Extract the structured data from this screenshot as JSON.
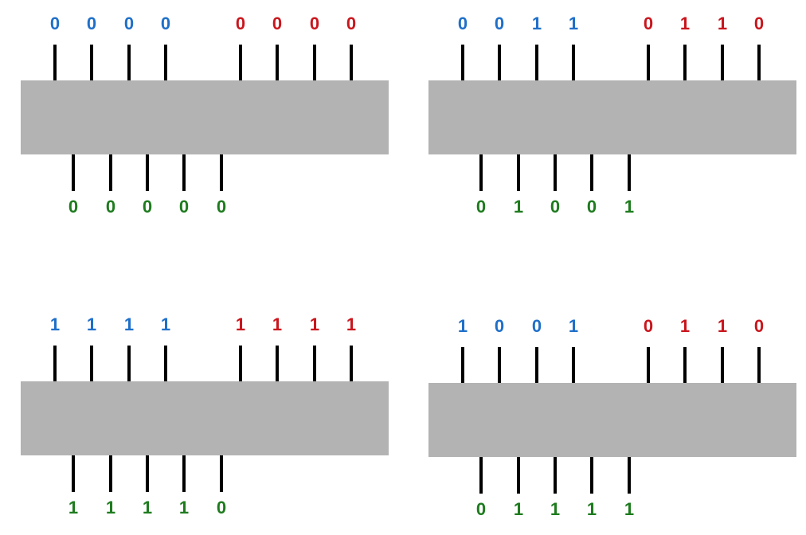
{
  "colors": {
    "input_a": "#1f6fc9",
    "input_b": "#c9161d",
    "output": "#1e7b1e",
    "chip": "#b3b3b3",
    "pin": "#000000"
  },
  "panels": [
    {
      "a": [
        "0",
        "0",
        "0",
        "0"
      ],
      "b": [
        "0",
        "0",
        "0",
        "0"
      ],
      "out": [
        "0",
        "0",
        "0",
        "0",
        "0"
      ]
    },
    {
      "a": [
        "0",
        "0",
        "1",
        "1"
      ],
      "b": [
        "0",
        "1",
        "1",
        "0"
      ],
      "out": [
        "0",
        "1",
        "0",
        "0",
        "1"
      ]
    },
    {
      "a": [
        "1",
        "1",
        "1",
        "1"
      ],
      "b": [
        "1",
        "1",
        "1",
        "1"
      ],
      "out": [
        "1",
        "1",
        "1",
        "1",
        "0"
      ]
    },
    {
      "a": [
        "1",
        "0",
        "0",
        "1"
      ],
      "b": [
        "0",
        "1",
        "1",
        "0"
      ],
      "out": [
        "0",
        "1",
        "1",
        "1",
        "1"
      ]
    }
  ]
}
